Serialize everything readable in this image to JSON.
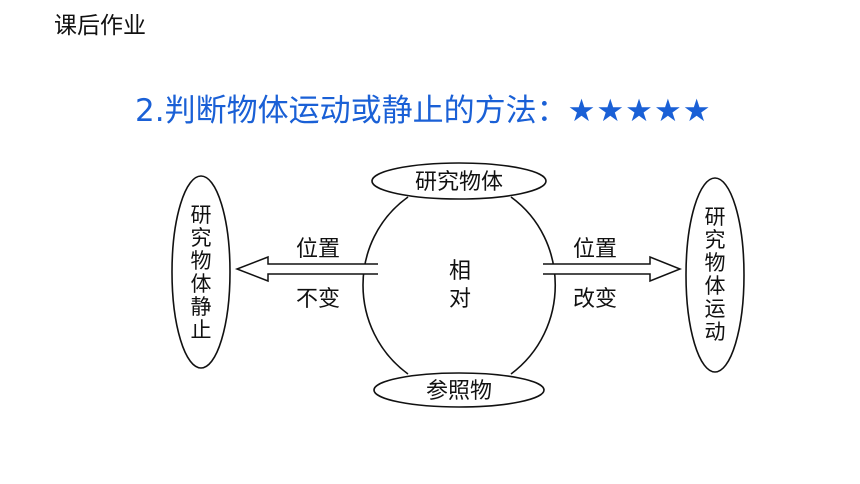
{
  "header": {
    "label": "课后作业"
  },
  "title": {
    "text": "2.判断物体运动或静止的方法：",
    "stars": "★★★★★",
    "color": "#1a60d6"
  },
  "diagram": {
    "top_node": "研究物体",
    "bottom_node": "参照物",
    "center": [
      "相",
      "对"
    ],
    "left_arrow": [
      "位置",
      "不变"
    ],
    "right_arrow": [
      "位置",
      "改变"
    ],
    "left_result": [
      "研",
      "究",
      "物",
      "体",
      "静",
      "止"
    ],
    "right_result": [
      "研",
      "究",
      "物",
      "体",
      "运",
      "动"
    ]
  }
}
